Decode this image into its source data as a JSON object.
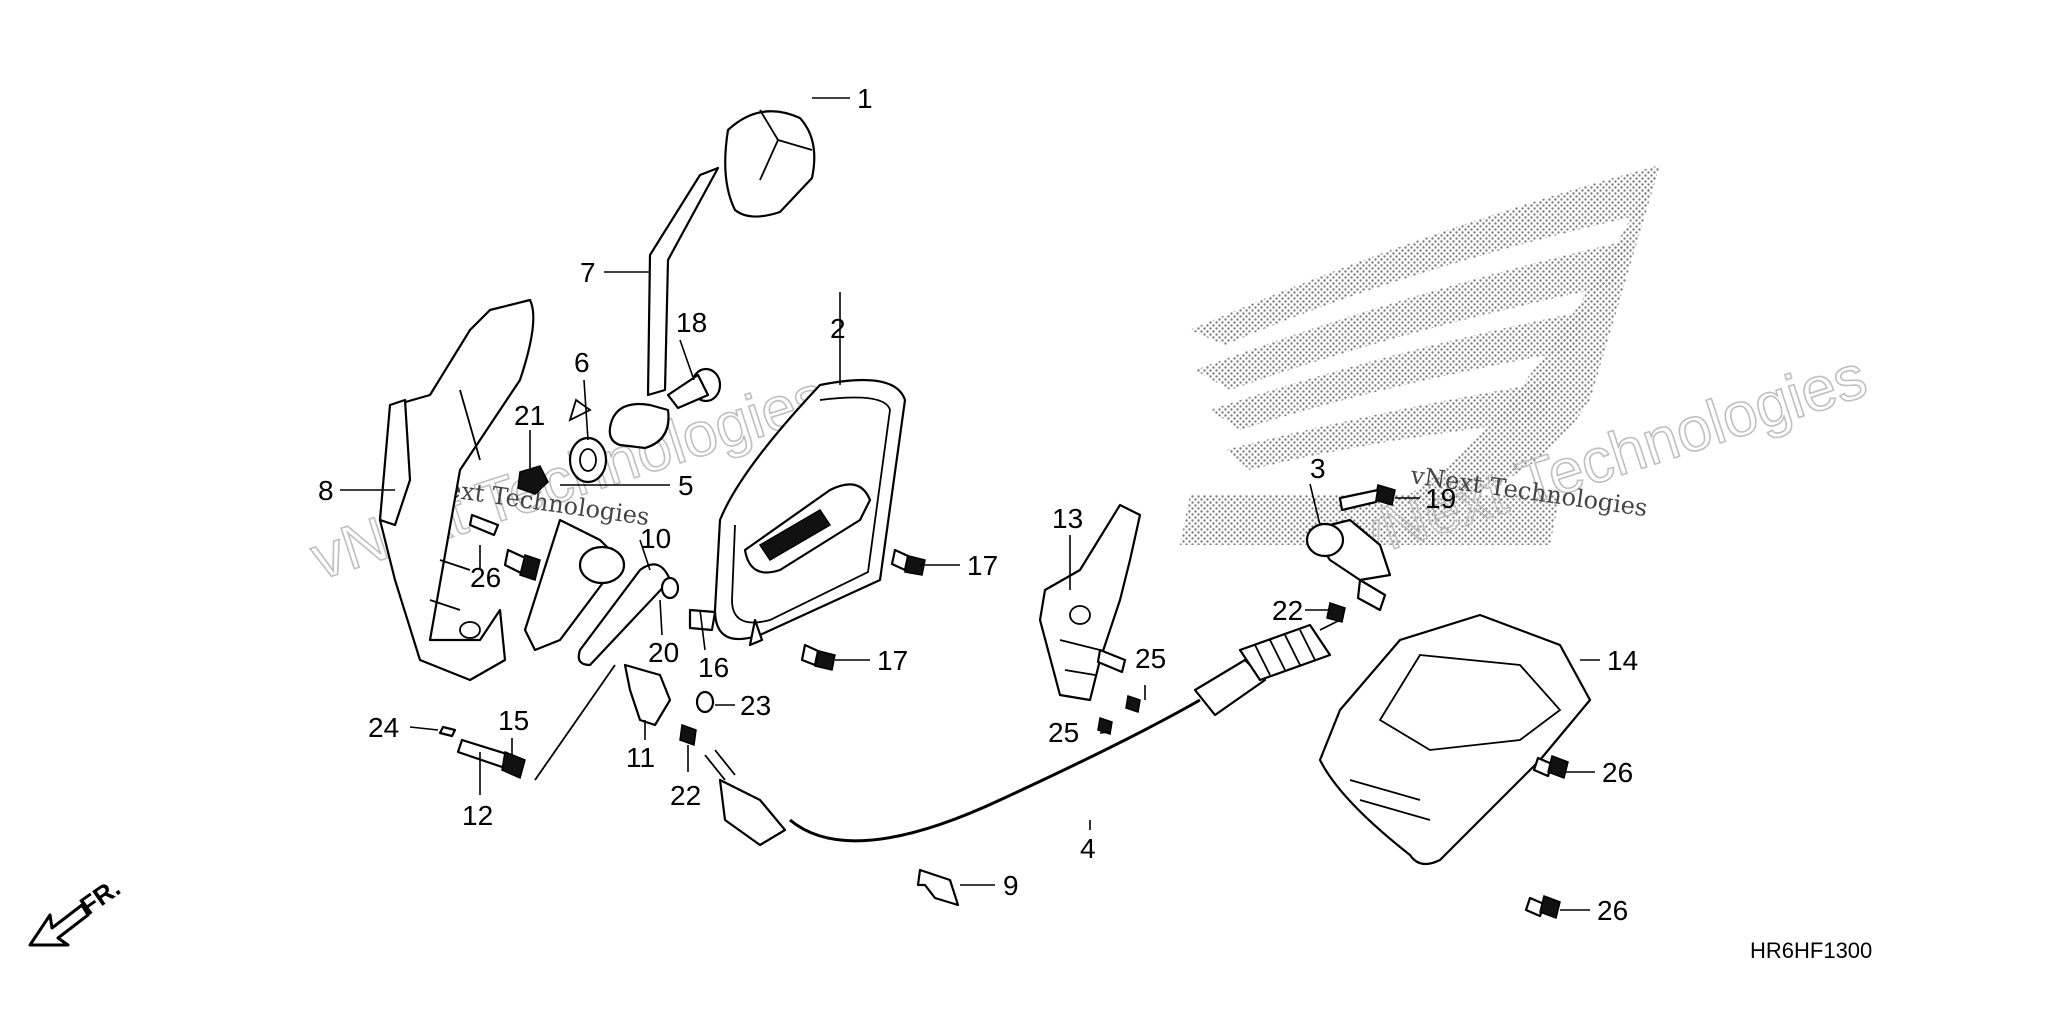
{
  "diagram": {
    "code": "HR6HF1300",
    "front_label": "FR.",
    "watermark_outline": "vNext Technologies",
    "watermark_small": "vNext Technologies",
    "callouts": {
      "c1": "1",
      "c2": "2",
      "c3": "3",
      "c4": "4",
      "c5": "5",
      "c6": "6",
      "c7": "7",
      "c8": "8",
      "c9": "9",
      "c10": "10",
      "c11": "11",
      "c12": "12",
      "c13": "13",
      "c14": "14",
      "c15": "15",
      "c16": "16",
      "c17a": "17",
      "c17b": "17",
      "c18": "18",
      "c19": "19",
      "c20": "20",
      "c21": "21",
      "c22a": "22",
      "c22b": "22",
      "c23": "23",
      "c24": "24",
      "c25a": "25",
      "c25b": "25",
      "c26a": "26",
      "c26b": "26",
      "c26c": "26"
    },
    "icons": [
      "front-arrow-icon",
      "honda-wing-logo"
    ]
  }
}
